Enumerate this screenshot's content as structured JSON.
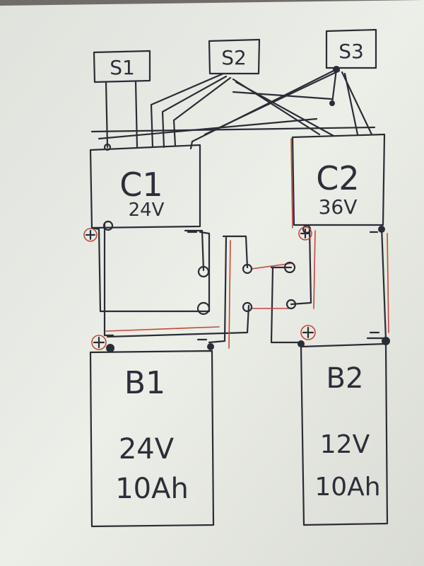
{
  "switches": [
    {
      "id": "s1",
      "label": "S1"
    },
    {
      "id": "s2",
      "label": "S2"
    },
    {
      "id": "s3",
      "label": "S3"
    }
  ],
  "controllers": [
    {
      "id": "c1",
      "label": "C1",
      "voltage": "24V"
    },
    {
      "id": "c2",
      "label": "C2",
      "voltage": "36V"
    }
  ],
  "batteries": [
    {
      "id": "b1",
      "label": "B1",
      "voltage": "24V",
      "capacity": "10Ah"
    },
    {
      "id": "b2",
      "label": "B2",
      "voltage": "12V",
      "capacity": "10Ah"
    }
  ],
  "colors": {
    "paper": "#e9ebe4",
    "ink": "#2a2d36",
    "red_pen": "#c04a3a"
  }
}
